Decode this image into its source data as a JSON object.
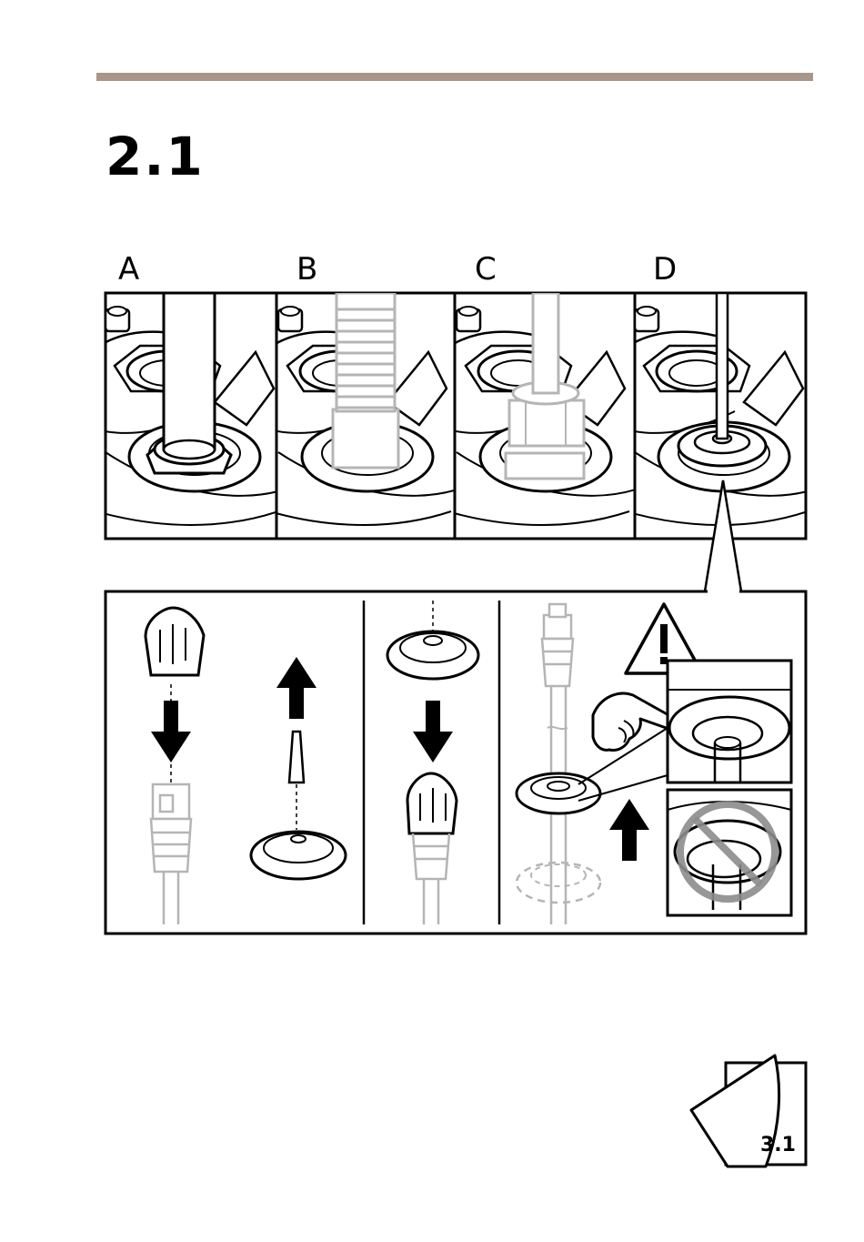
{
  "page": {
    "section_number": "2.1",
    "next_step_ref": "3.1"
  },
  "panels": [
    {
      "letter": "A"
    },
    {
      "letter": "B"
    },
    {
      "letter": "C"
    },
    {
      "letter": "D"
    }
  ],
  "icons": {
    "warning": "warning-triangle-icon",
    "prohibited": "prohibition-icon",
    "page_turn": "page-turn-icon"
  },
  "colors": {
    "rule": "#a8968a",
    "line": "#000000",
    "ghost": "#b5b5b5",
    "prohibition": "#8c8c8c"
  }
}
